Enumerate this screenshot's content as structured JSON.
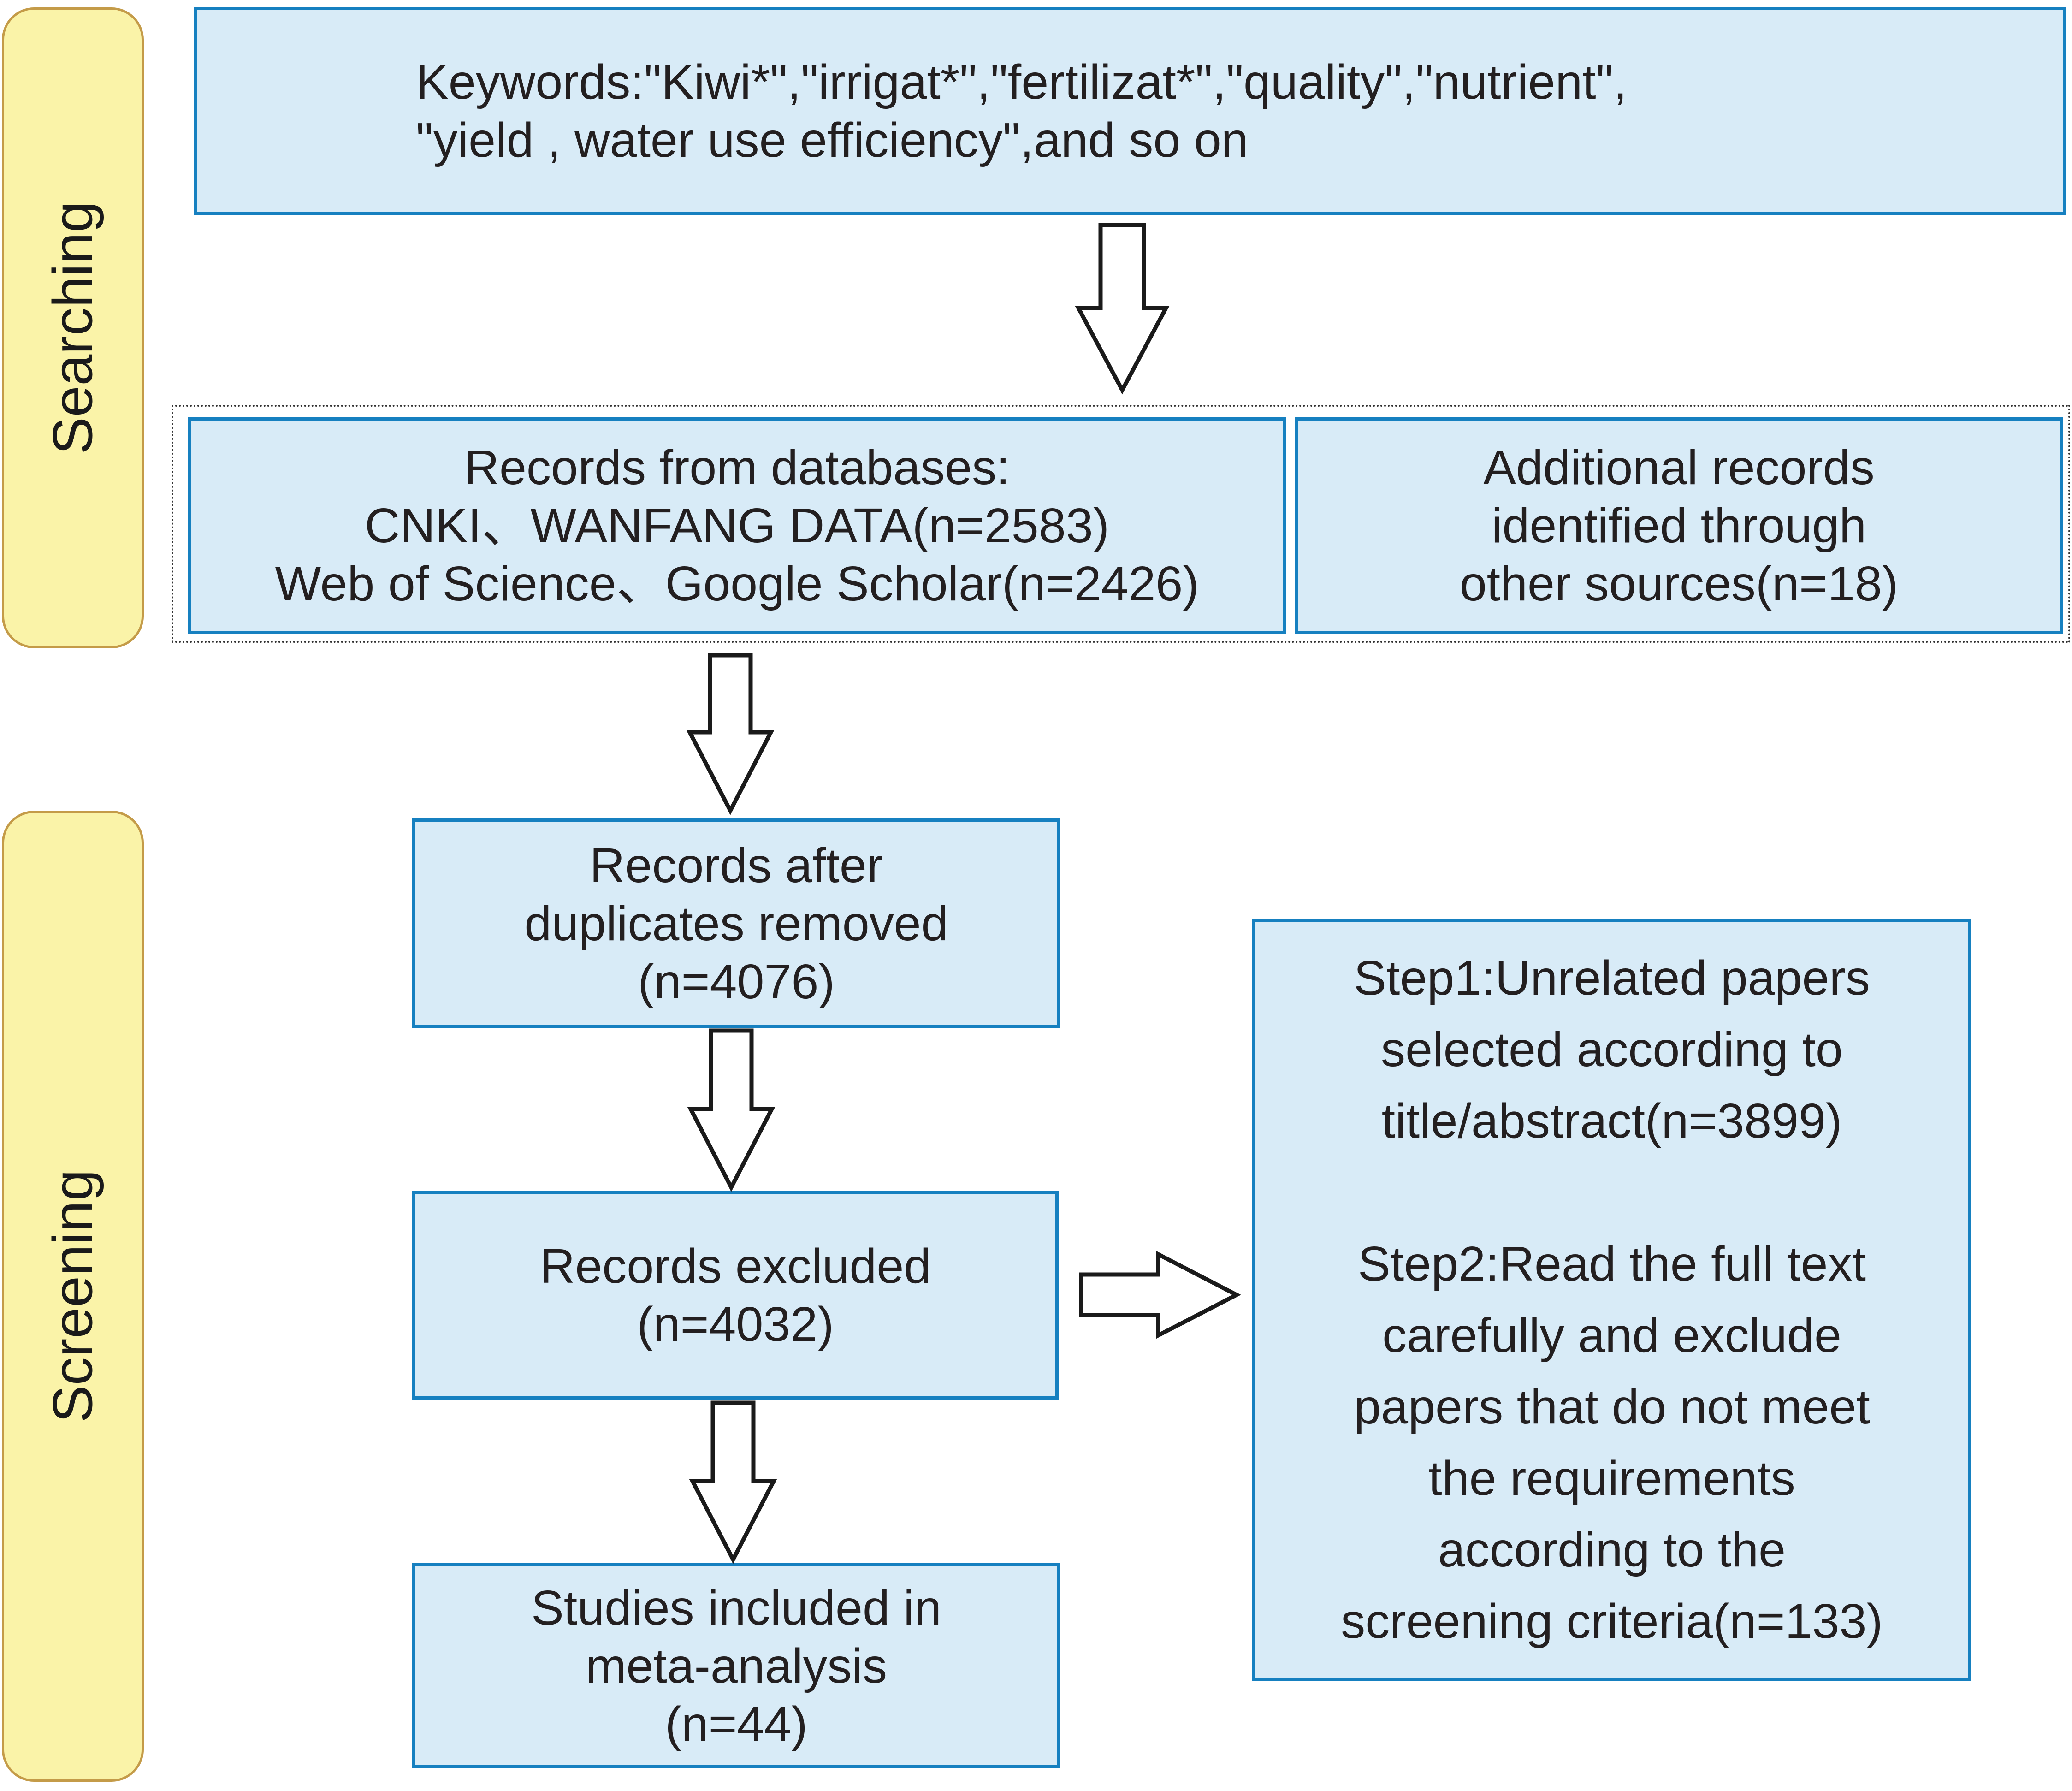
{
  "stages": {
    "searching": "Searching",
    "screening": "Screening"
  },
  "keywords_box": {
    "line1": "Keywords:\"Kiwi*\",\"irrigat*\",\"fertilizat*\",\"quality\",\"nutrient\",",
    "line2": "\"yield , water use efficiency\",and so on"
  },
  "databases_box": {
    "lines": [
      "Records from databases:",
      "CNKI、WANFANG DATA(n=2583)",
      "Web of Science、Google Scholar(n=2426)"
    ]
  },
  "additional_box": {
    "lines": [
      "Additional records",
      "identified through",
      "other sources(n=18)"
    ]
  },
  "duplicates_box": {
    "lines": [
      "Records after",
      "duplicates removed",
      "(n=4076)"
    ]
  },
  "excluded_box": {
    "lines": [
      "Records excluded",
      "(n=4032)"
    ]
  },
  "steps_box": {
    "lines": [
      "Step1:Unrelated papers",
      "selected according to",
      "title/abstract(n=3899)",
      "",
      "Step2:Read the full text",
      "carefully and exclude",
      "papers that do not meet",
      "the requirements",
      "according to the",
      "screening criteria(n=133)"
    ]
  },
  "included_box": {
    "lines": [
      "Studies included in",
      "meta-analysis",
      "(n=44)"
    ]
  },
  "icons": {
    "down_arrow": "block-arrow-down",
    "right_arrow": "block-arrow-right"
  },
  "colors": {
    "box_fill": "#d8ebf7",
    "box_border": "#1680c0",
    "stage_fill": "#faf3a8",
    "stage_border": "#c49b48",
    "arrow_fill": "#ffffff",
    "arrow_outline": "#1a1a1a",
    "dotted_outline": "#333333",
    "text": "#231f20"
  }
}
